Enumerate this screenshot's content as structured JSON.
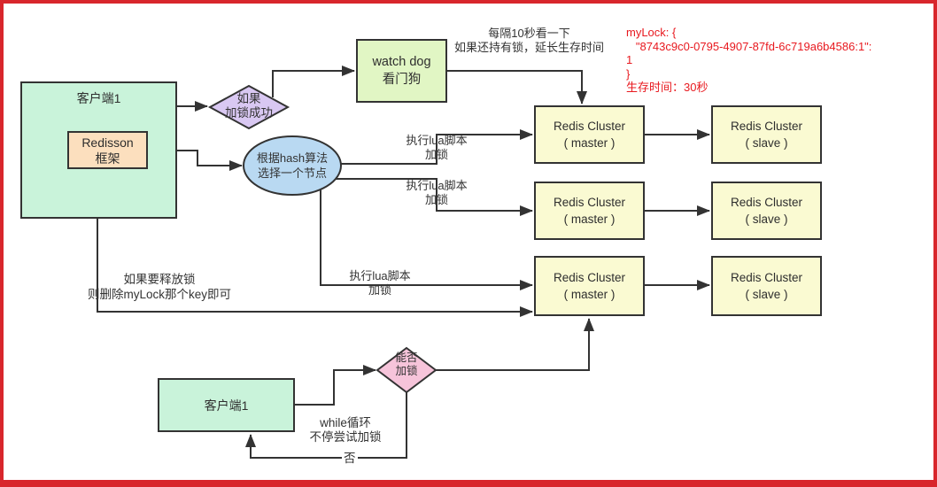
{
  "palette": {
    "frame_red": "#d8262c",
    "annotation_red": "#e8191f",
    "line_stroke": "#333333",
    "client_green": "#c9f3da",
    "redisson_peach": "#fcdfbe",
    "diamond_purple": "#d9c8f2",
    "watchdog_green": "#e1f6c4",
    "ellipse_blue": "#b9d9f2",
    "redis_yellow": "#fafad2",
    "diamond_pink": "#f6c4da"
  },
  "nodes": {
    "client_top": {
      "label": "客户端1"
    },
    "redisson": {
      "label": "Redisson\n框架"
    },
    "if_lock_success": {
      "label": "如果\n加锁成功"
    },
    "watch_dog": {
      "label": "watch dog\n看门狗"
    },
    "hash_select": {
      "label": "根据hash算法\n选择一个节点"
    },
    "master_1": {
      "label": "Redis Cluster\n( master )"
    },
    "slave_1": {
      "label": "Redis Cluster\n( slave )"
    },
    "master_2": {
      "label": "Redis Cluster\n( master )"
    },
    "slave_2": {
      "label": "Redis Cluster\n( slave )"
    },
    "master_3": {
      "label": "Redis Cluster\n( master )"
    },
    "slave_3": {
      "label": "Redis Cluster\n( slave )"
    },
    "client_bottom": {
      "label": "客户端1"
    },
    "can_lock": {
      "label": "能否\n加锁"
    }
  },
  "annotations": {
    "watchdog_note": "每隔10秒看一下\n如果还持有锁，延长生存时间",
    "mylock_note": "myLock: {\n   \"8743c9c0-0795-4907-87fd-6c719a6b4586:1\":\n1\n}\n生存时间：30秒",
    "lua_note_1": "执行lua脚本\n加锁",
    "lua_note_2": "执行lua脚本\n加锁",
    "lua_note_3": "执行lua脚本\n加锁",
    "release_note": "如果要释放锁\n则删除myLock那个key即可",
    "retry_note": "while循环\n不停尝试加锁",
    "no_label": "否"
  }
}
